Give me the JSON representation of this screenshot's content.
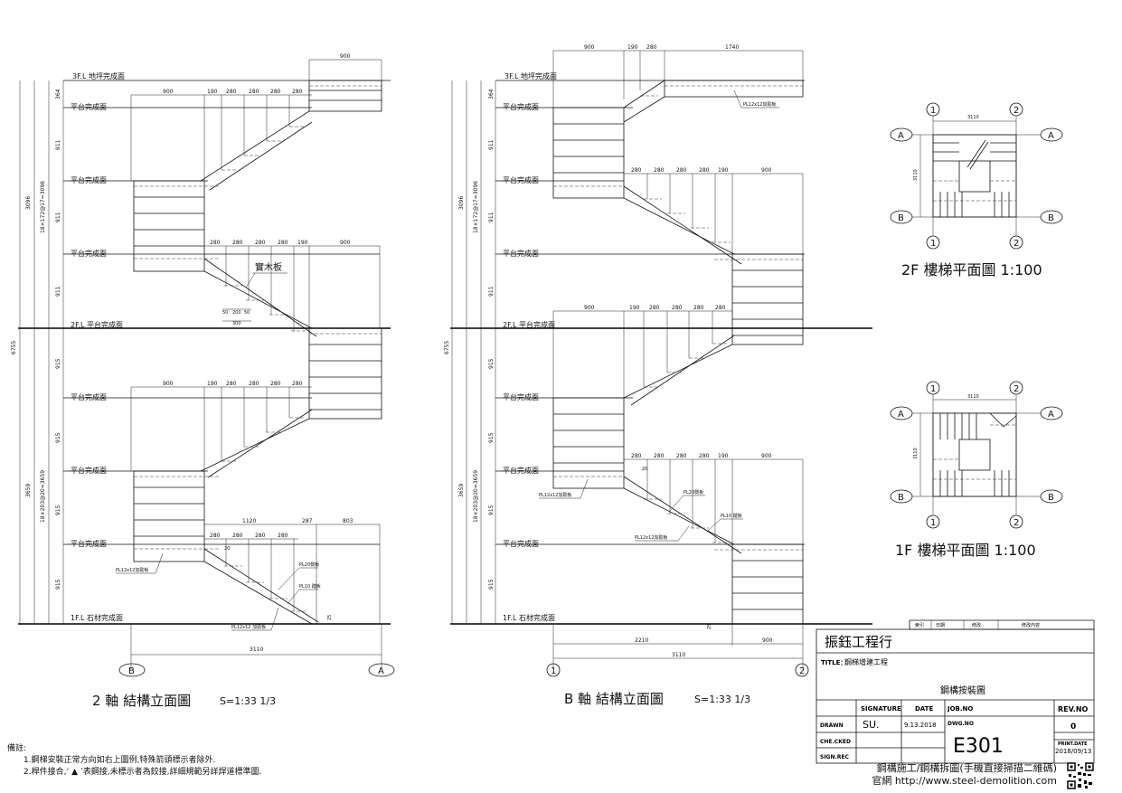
{
  "levels": {
    "f3": "3F.L 地坪完成面",
    "platform": "平台完成面",
    "f2": "2F.L 平台完成面",
    "f1": "1F.L 石材完成面"
  },
  "dims": {
    "total_height": "6755",
    "upper_height": "3096",
    "upper_riser": "18×172@17=3096",
    "lower_height": "3659",
    "lower_riser": "18×203@20=3659",
    "d364": "364",
    "d911": "911",
    "d915": "915",
    "d900": "900",
    "d190": "190",
    "d280": "280",
    "d1740": "1740",
    "d1120": "1120",
    "d287": "287",
    "d803": "803",
    "d3110": "3110",
    "d2210": "2210",
    "d300": "300",
    "d50": "50",
    "d200": "200",
    "d20": "20",
    "d25": "25"
  },
  "annotations": {
    "solid_wood": "實木板",
    "pl12": "PL12x12加勁板",
    "pl20": "PL20側板",
    "pl10": "PL10 踏板",
    "pl12b": "PL12x12 加勁板"
  },
  "axes": {
    "A": "A",
    "B": "B",
    "one": "1",
    "two": "2"
  },
  "titles": {
    "elev2": "2 軸 結構立面圖",
    "elev2_scale": "S=1:33 1/3",
    "elevB": "B 軸 結構立面圖",
    "elevB_scale": "S=1:33 1/3",
    "plan2": "2F 樓梯平面圖 1:100",
    "plan1": "1F 樓梯平面圖 1:100"
  },
  "title_block": {
    "company": "振鈺工程行",
    "title_label": "TITLE：",
    "title_value": "鋼梯增建工程",
    "drawing_name": "鋼構按裝圖",
    "revision_headers": [
      "索引",
      "日期",
      "修改",
      "修改內容"
    ],
    "col_signature": "SIGNATURE",
    "col_date": "DATE",
    "col_jobno": "JOB.NO",
    "col_revno": "REV.NO",
    "row_drawn": "DRAWN",
    "row_checked": "CHE.CKED",
    "row_signrec": "SIGN.REC",
    "drawn_sig": "SU.",
    "drawn_date": "9.13.2018",
    "dwg_label": "DWG.NO",
    "rev_value": "0",
    "dwg_no": "E301",
    "print_label": "PRINT.DATE",
    "print_date": "2018/09/13"
  },
  "notes": {
    "heading": "備註:",
    "line1": "1.鋼梯安裝正常方向如右上圖例,特殊箭頭標示者除外.",
    "line2": "2.桿件接合,‘ ▲ ’表鋼接,未標示者為鉸接,詳細規範另詳焊道標準圖."
  },
  "footer": {
    "line1": "鋼構施工/鋼構拆圖(手機直接掃描二維碼)",
    "line2": "官網 http://www.steel-demolition.com"
  }
}
